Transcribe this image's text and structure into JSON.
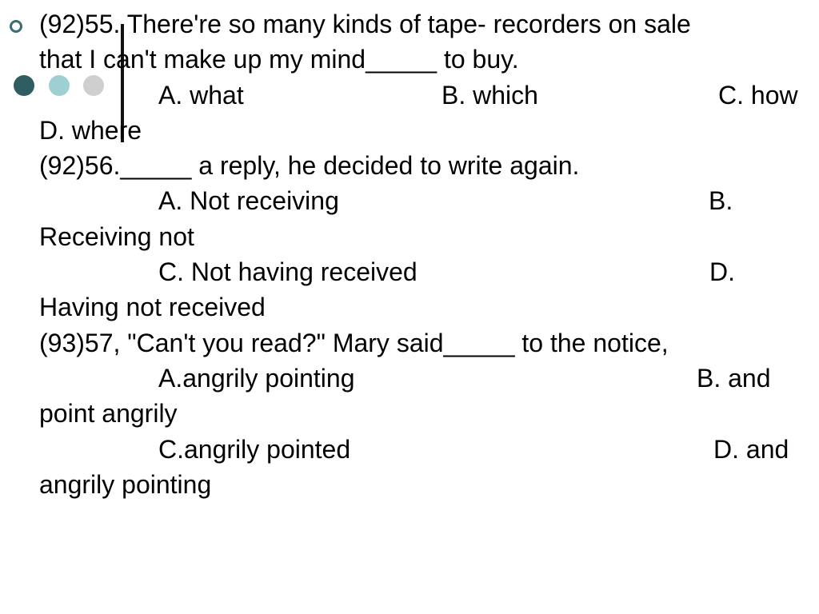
{
  "colors": {
    "accent_dark": "#2e5e62",
    "accent_light": "#9ecfd3",
    "accent_grey": "#cfcfcf",
    "bar": "#111111",
    "bullet": "#3a6e73",
    "text": "#000000",
    "background": "#ffffff"
  },
  "questions": {
    "q55": {
      "stem_line1": "(92)55. There're so many kinds of tape- recorders on sale",
      "stem_line2": "that I can't make up my mind_____ to buy.",
      "option_a": "A. what",
      "option_b": "B. which",
      "option_c": "C. how",
      "option_d": "D. where"
    },
    "q56": {
      "stem": "(92)56._____ a reply, he decided to write again.",
      "option_a": "A. Not receiving",
      "option_b_label": "B.",
      "option_b_text": "Receiving not",
      "option_c": "C. Not having received",
      "option_d_label": "D.",
      "option_d_text": "Having not received"
    },
    "q57": {
      "stem": "(93)57, \"Can't you read?\" Mary said_____ to the notice,",
      "option_a": "A.angrily pointing",
      "option_b_label": "B. and",
      "option_b_text": "point angrily",
      "option_c": "C.angrily pointed",
      "option_d_label": "D. and",
      "option_d_text": "angrily pointing"
    }
  }
}
